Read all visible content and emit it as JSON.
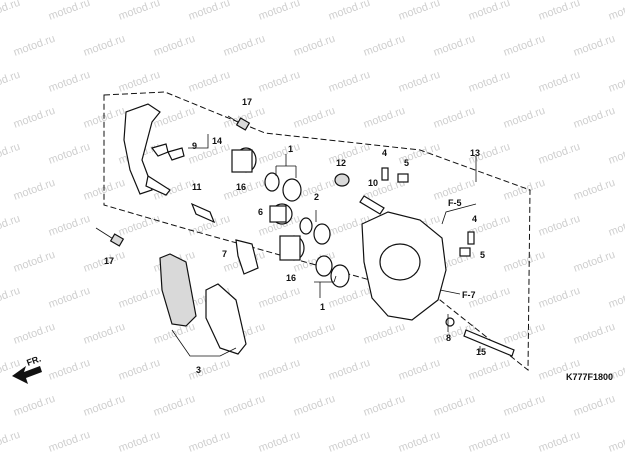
{
  "watermark_text": "motod.ru",
  "callouts": {
    "c1a": "1",
    "c1b": "1",
    "c2": "2",
    "c3": "3",
    "c4a": "4",
    "c4b": "4",
    "c5a": "5",
    "c5b": "5",
    "c6": "6",
    "c7": "7",
    "c8": "8",
    "c9": "9",
    "c10": "10",
    "c11": "11",
    "c12": "12",
    "c13": "13",
    "c14": "14",
    "c15": "15",
    "c16a": "16",
    "c16b": "16",
    "c17a": "17",
    "c17b": "17"
  },
  "refs": {
    "f5": "F-5",
    "f7": "F-7"
  },
  "direction_label": "FR.",
  "diagram_code": "K777F1800"
}
